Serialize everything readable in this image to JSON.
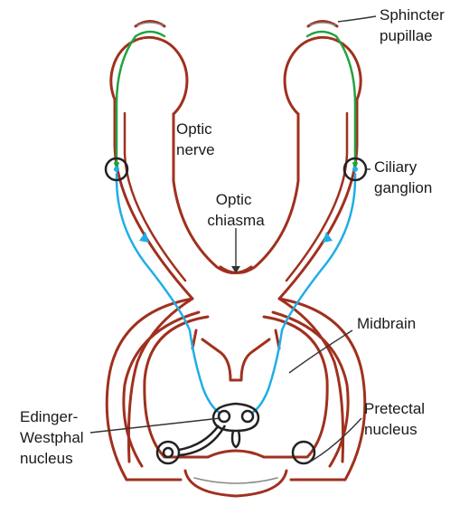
{
  "labels": {
    "sphincter": [
      "Sphincter",
      "pupillae"
    ],
    "optic_nerve": [
      "Optic",
      "nerve"
    ],
    "ciliary": [
      "Ciliary",
      "ganglion"
    ],
    "chiasma": [
      "Optic",
      "chiasma"
    ],
    "midbrain": [
      "Midbrain"
    ],
    "pretectal": [
      "Pretectal",
      "nucleus"
    ],
    "edinger": [
      "Edinger-",
      "Westphal",
      "nucleus"
    ]
  },
  "colors": {
    "outline": "#a0301e",
    "pathway_blue": "#1eaee6",
    "pathway_green": "#23a33f",
    "nucleus": "#222222",
    "leader": "#333333"
  }
}
